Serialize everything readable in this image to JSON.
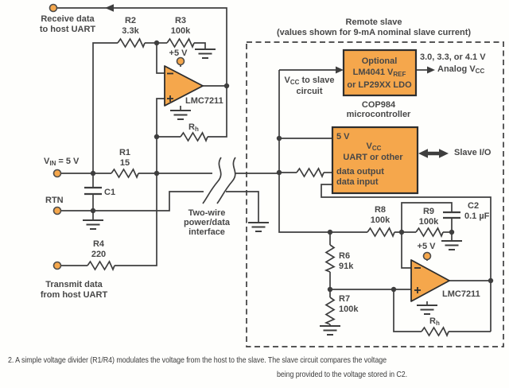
{
  "colors": {
    "orange": "#f5a74c",
    "wire": "#3e3e3e",
    "label": "#474747",
    "caption": "#3c3c3c",
    "background": "#fefefc",
    "box_border": "#2e2e2e"
  },
  "caption": {
    "line1": "2. A simple voltage divider (R1/R4) modulates the voltage from the host to the slave. The slave circuit compares the voltage",
    "line2": "being provided to the voltage stored in C2."
  },
  "host": {
    "receive": {
      "line1": "Receive data",
      "line2": "to host UART"
    },
    "transmit": {
      "line1": "Transmit data",
      "line2": "from host UART"
    },
    "vin": {
      "pre": "V",
      "sub": "IN",
      "post": " = 5 V"
    },
    "rtn": "RTN",
    "r1": {
      "name": "R1",
      "value": "15"
    },
    "r2": {
      "name": "R2",
      "value": "3.3k"
    },
    "r3": {
      "name": "R3",
      "value": "100k"
    },
    "r4": {
      "name": "R4",
      "value": "220"
    },
    "c1": "C1",
    "supply": "+5 V",
    "opamp": "LMC7211",
    "rh": {
      "pre": "R",
      "sub": "h"
    }
  },
  "interface": {
    "line1": "Two-wire",
    "line2": "power/data",
    "line3": "interface"
  },
  "slave": {
    "title": "Remote slave",
    "subtitle": "(values shown for 9-mA nominal slave current)",
    "ldo": {
      "line1": "Optional",
      "line2_pre": "LM4041 V",
      "line2_sub": "REF",
      "line3": "or LP29XX LDO"
    },
    "ldo_output": {
      "line1": "3.0, 3.3, or 4.1 V",
      "line2_pre": "Analog V",
      "line2_sub": "CC"
    },
    "vcc_feed": {
      "pre": "V",
      "sub": "CC",
      "post": " to slave",
      "line2": "circuit"
    },
    "mcu_title": {
      "line1": "COP984",
      "line2": "microcontroller"
    },
    "mcu": {
      "pin_5v": "5 V",
      "vcc_pre": "V",
      "vcc_sub": "CC",
      "desc": "UART or other",
      "pin_data_output": "data output",
      "pin_data_input": "data input"
    },
    "io_label": "Slave I/O",
    "r6": {
      "name": "R6",
      "value": "91k"
    },
    "r7": {
      "name": "R7",
      "value": "100k"
    },
    "r8": {
      "name": "R8",
      "value": "100k"
    },
    "r9": {
      "name": "R9",
      "value": "100k"
    },
    "c2": {
      "name": "C2",
      "value": "0.1 µF"
    },
    "supply": "+5 V",
    "opamp": "LMC7211",
    "rh": {
      "pre": "R",
      "sub": "h"
    }
  }
}
